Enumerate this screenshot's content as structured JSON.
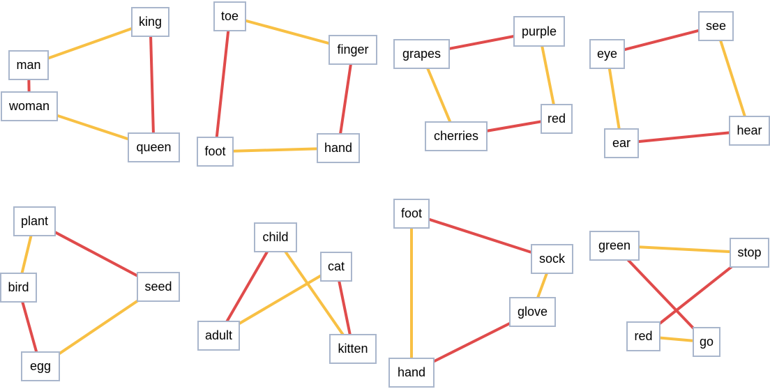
{
  "colors": {
    "strong": "#e04b4b",
    "weak": "#f8c044",
    "node_border": "#a9b6cc"
  },
  "panels": [
    {
      "nodes": [
        "king",
        "man",
        "woman",
        "queen"
      ],
      "edges": [
        {
          "from": "man",
          "to": "king",
          "kind": "weak"
        },
        {
          "from": "king",
          "to": "queen",
          "kind": "strong"
        },
        {
          "from": "man",
          "to": "woman",
          "kind": "strong"
        },
        {
          "from": "woman",
          "to": "queen",
          "kind": "weak"
        }
      ]
    },
    {
      "nodes": [
        "toe",
        "finger",
        "foot",
        "hand"
      ],
      "edges": [
        {
          "from": "toe",
          "to": "finger",
          "kind": "weak"
        },
        {
          "from": "toe",
          "to": "foot",
          "kind": "strong"
        },
        {
          "from": "finger",
          "to": "hand",
          "kind": "strong"
        },
        {
          "from": "foot",
          "to": "hand",
          "kind": "weak"
        }
      ]
    },
    {
      "nodes": [
        "purple",
        "grapes",
        "red",
        "cherries"
      ],
      "edges": [
        {
          "from": "grapes",
          "to": "purple",
          "kind": "strong"
        },
        {
          "from": "purple",
          "to": "red",
          "kind": "weak"
        },
        {
          "from": "grapes",
          "to": "cherries",
          "kind": "weak"
        },
        {
          "from": "cherries",
          "to": "red",
          "kind": "strong"
        }
      ]
    },
    {
      "nodes": [
        "see",
        "eye",
        "hear",
        "ear"
      ],
      "edges": [
        {
          "from": "eye",
          "to": "see",
          "kind": "strong"
        },
        {
          "from": "see",
          "to": "hear",
          "kind": "weak"
        },
        {
          "from": "eye",
          "to": "ear",
          "kind": "weak"
        },
        {
          "from": "ear",
          "to": "hear",
          "kind": "strong"
        }
      ]
    },
    {
      "nodes": [
        "plant",
        "bird",
        "seed",
        "egg"
      ],
      "edges": [
        {
          "from": "plant",
          "to": "seed",
          "kind": "strong"
        },
        {
          "from": "plant",
          "to": "bird",
          "kind": "weak"
        },
        {
          "from": "bird",
          "to": "egg",
          "kind": "strong"
        },
        {
          "from": "egg",
          "to": "seed",
          "kind": "weak"
        }
      ]
    },
    {
      "nodes": [
        "child",
        "cat",
        "adult",
        "kitten"
      ],
      "edges": [
        {
          "from": "child",
          "to": "adult",
          "kind": "strong"
        },
        {
          "from": "child",
          "to": "kitten",
          "kind": "weak"
        },
        {
          "from": "adult",
          "to": "cat",
          "kind": "weak"
        },
        {
          "from": "cat",
          "to": "kitten",
          "kind": "strong"
        }
      ]
    },
    {
      "nodes": [
        "foot",
        "sock",
        "glove",
        "hand"
      ],
      "edges": [
        {
          "from": "foot",
          "to": "sock",
          "kind": "strong"
        },
        {
          "from": "sock",
          "to": "glove",
          "kind": "weak"
        },
        {
          "from": "foot",
          "to": "hand",
          "kind": "weak"
        },
        {
          "from": "hand",
          "to": "glove",
          "kind": "strong"
        }
      ]
    },
    {
      "nodes": [
        "green",
        "stop",
        "red",
        "go"
      ],
      "edges": [
        {
          "from": "green",
          "to": "stop",
          "kind": "weak"
        },
        {
          "from": "green",
          "to": "go",
          "kind": "strong"
        },
        {
          "from": "stop",
          "to": "red",
          "kind": "strong"
        },
        {
          "from": "red",
          "to": "go",
          "kind": "weak"
        }
      ]
    }
  ]
}
